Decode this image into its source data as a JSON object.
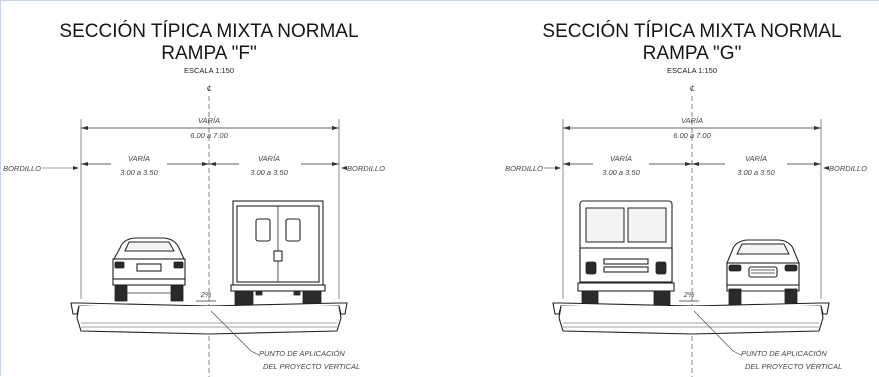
{
  "sections": [
    {
      "title_line1": "SECCIÓN TÍPICA MIXTA NORMAL",
      "title_line2": "RAMPA \"F\"",
      "scale": "ESCALA 1:150",
      "centerline_symbol": "℄",
      "total_dim_label": "VARÍA",
      "total_dim_value": "6.00 a 7.00",
      "left_lane_label": "VARÍA",
      "left_lane_value": "3.00 a 3.50",
      "right_lane_label": "VARÍA",
      "right_lane_value": "3.00 a 3.50",
      "curb_left": "BORDILLO",
      "curb_right": "BORDILLO",
      "grade_symbol": "2%",
      "note_line1": "PUNTO DE APLICACIÓN",
      "note_line2": "DEL PROYECTO VERTICAL",
      "left_vehicle": "car-rear-icon",
      "right_vehicle": "truck-rear-icon"
    },
    {
      "title_line1": "SECCIÓN TÍPICA MIXTA NORMAL",
      "title_line2": "RAMPA \"G\"",
      "scale": "ESCALA 1:150",
      "centerline_symbol": "℄",
      "total_dim_label": "VARÍA",
      "total_dim_value": "6.00 a 7.00",
      "left_lane_label": "VARÍA",
      "left_lane_value": "3.00 a 3.50",
      "right_lane_label": "VARÍA",
      "right_lane_value": "3.00 a 3.50",
      "curb_left": "BORDILLO",
      "curb_right": "BORDILLO",
      "grade_symbol": "2%",
      "note_line1": "PUNTO DE APLICACIÓN",
      "note_line2": "DEL PROYECTO VERTICAL",
      "left_vehicle": "truck-front-icon",
      "right_vehicle": "suv-front-icon"
    }
  ]
}
